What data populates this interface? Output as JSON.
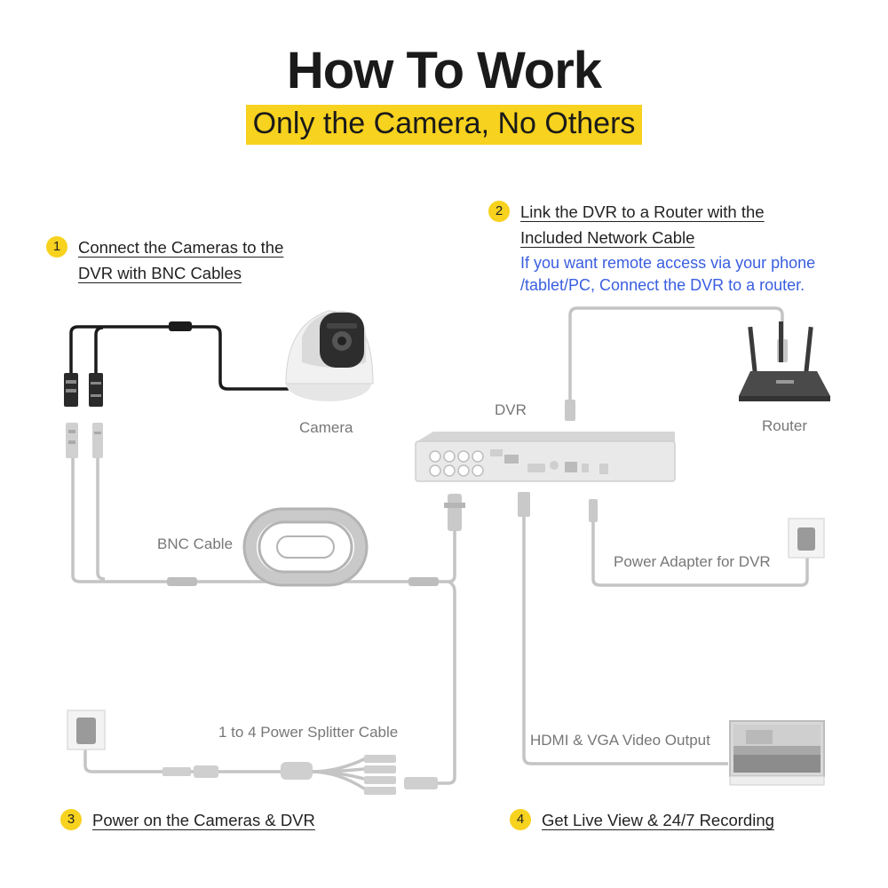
{
  "header": {
    "title": "How To Work",
    "subtitle": "Only the Camera, No Others"
  },
  "steps": [
    {
      "num": "1",
      "line1": "Connect the Cameras to the",
      "line2": "DVR with BNC Cables"
    },
    {
      "num": "2",
      "line1": "Link the DVR to a Router with the",
      "line2": "Included Network Cable"
    },
    {
      "num": "3",
      "line1": "Power on the Cameras & DVR"
    },
    {
      "num": "4",
      "line1": "Get Live View & 24/7 Recording"
    }
  ],
  "note": {
    "line1": "If you want remote access via your phone",
    "line2": "/tablet/PC, Connect the DVR to a router."
  },
  "labels": {
    "camera": "Camera",
    "dvr": "DVR",
    "router": "Router",
    "bnc_cable": "BNC Cable",
    "power_adapter": "Power Adapter for DVR",
    "splitter": "1 to 4 Power Splitter Cable",
    "video_output": "HDMI & VGA Video Output"
  },
  "colors": {
    "accent": "#f7d21e",
    "note_blue": "#3a5ee0",
    "cable_gray": "#c4c4c4",
    "label_gray": "#777777"
  }
}
